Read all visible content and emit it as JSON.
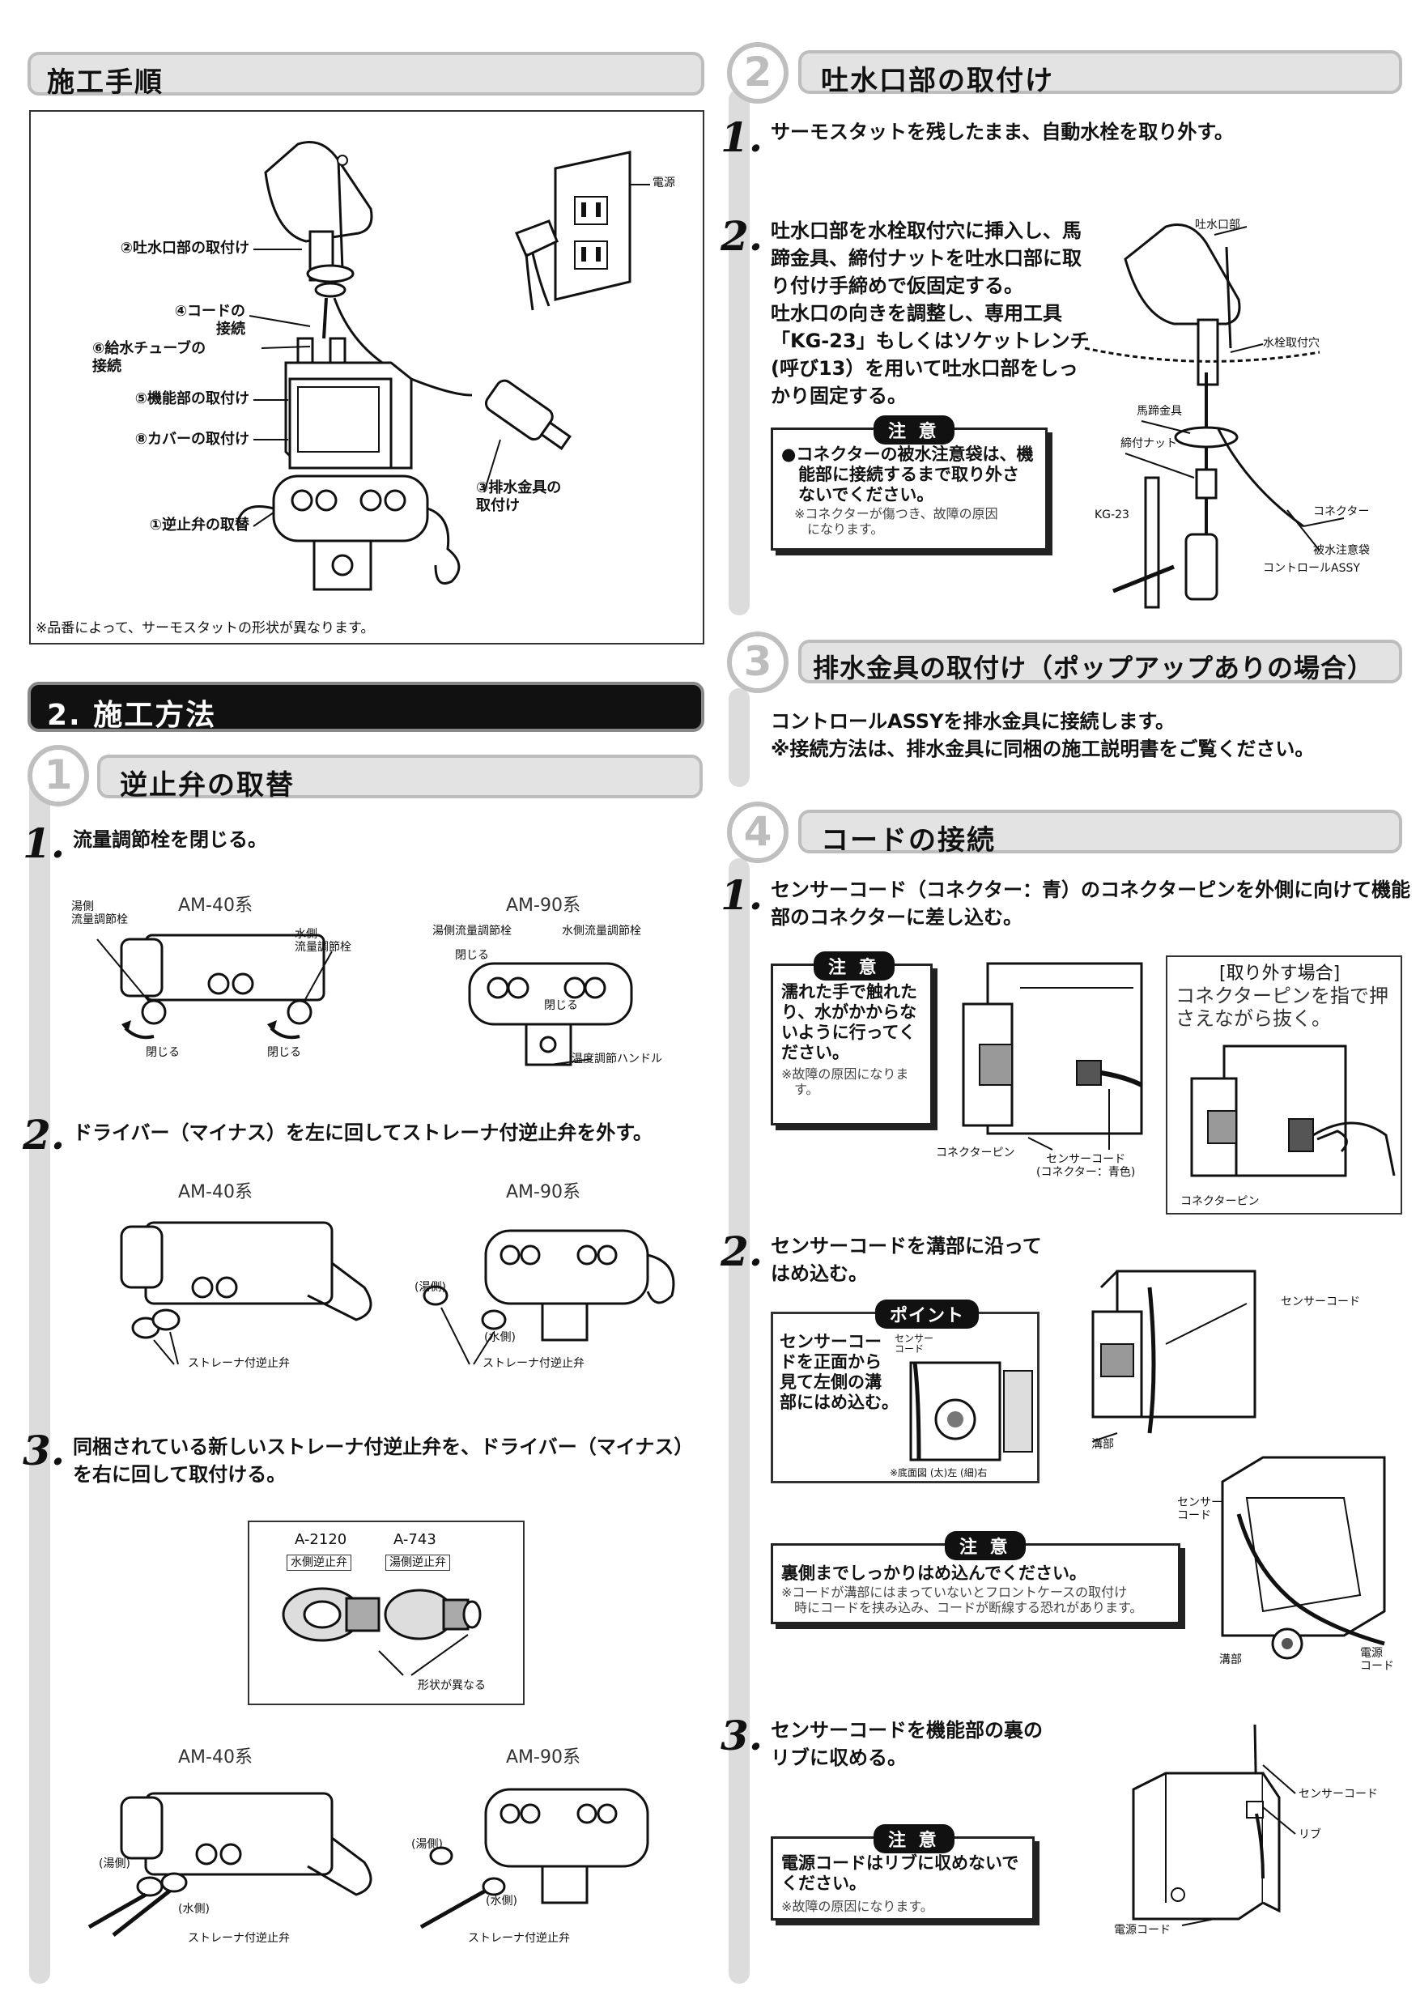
{
  "procedure": {
    "title": "施工手順",
    "labels": {
      "outlet": "②吐水口部の取付け",
      "cord": "④コードの\n接続",
      "tube": "⑥給水チューブの\n接続",
      "func": "⑤機能部の取付け",
      "cover": "⑧カバーの取付け",
      "check": "①逆止弁の取替",
      "drain": "③排水金具の\n取付け",
      "power": "電源"
    },
    "footnote": "※品番によって、サーモスタットの形状が異なります。"
  },
  "method": {
    "title": "2. 施工方法"
  },
  "sec1": {
    "num": "1",
    "title": "逆止弁の取替",
    "step1": {
      "n": "1.",
      "text": "流量調節栓を閉じる。"
    },
    "am40": "AM-40系",
    "am90": "AM-90系",
    "s1labels": {
      "hot_valve": "湯側\n流量調節栓",
      "cold_valve": "水側\n流量調節栓",
      "close": "閉じる",
      "hot_valve90": "湯側流量調節栓",
      "cold_valve90": "水側流量調節栓",
      "temp_handle": "温度調節ハンドル"
    },
    "step2": {
      "n": "2.",
      "text": "ドライバー（マイナス）を左に回してストレーナ付逆止弁を外す。"
    },
    "strainer": "ストレーナ付逆止弁",
    "hot_side": "(湯側)",
    "cold_side": "(水側)",
    "step3": {
      "n": "3.",
      "text": "同梱されている新しいストレーナ付逆止弁を、ドライバー（マイナス）\nを右に回して取付ける。"
    },
    "parts": {
      "a2120": "A-2120",
      "a743": "A-743",
      "cold_check": "水側逆止弁",
      "hot_check": "湯側逆止弁",
      "diff": "形状が異なる"
    }
  },
  "sec2": {
    "num": "2",
    "title": "吐水口部の取付け",
    "step1": {
      "n": "1.",
      "text": "サーモスタットを残したまま、自動水栓を取り外す。"
    },
    "step2": {
      "n": "2.",
      "text": "吐水口部を水栓取付穴に挿入し、馬\n蹄金具、締付ナットを吐水口部に取\nり付け手締めで仮固定する。\n吐水口の向きを調整し、専用工具\n「KG-23」もしくはソケットレンチ\n(呼び13）を用いて吐水口部をしっ\nかり固定する。"
    },
    "caution": {
      "tag": "注 意",
      "body": "●コネクターの被水注意袋は、機\n　能部に接続するまで取り外さ\n　ないでください。",
      "sub": "　※コネクターが傷つき、故障の原因\n　　になります。"
    },
    "labels": {
      "outlet": "吐水口部",
      "hole": "水栓取付穴",
      "horseshoe": "馬蹄金具",
      "nut": "締付ナット",
      "kg23": "KG-23",
      "connector": "コネクター",
      "bag": "被水注意袋",
      "control": "コントロールASSY"
    }
  },
  "sec3": {
    "num": "3",
    "title": "排水金具の取付け（ポップアップありの場合）",
    "text": "コントロールASSYを排水金具に接続します。\n※接続方法は、排水金具に同梱の施工説明書をご覧ください。"
  },
  "sec4": {
    "num": "4",
    "title": "コードの接続",
    "step1": {
      "n": "1.",
      "text": "センサーコード（コネクター：青）のコネクターピンを外側に向けて機能\n部のコネクターに差し込む。"
    },
    "caution1": {
      "tag": "注 意",
      "body": "濡れた手で触れた\nり、水がかからな\nいように行ってく\nださい。",
      "sub": "※故障の原因になりま\n　す。"
    },
    "remove": {
      "title": "[取り外す場合]",
      "body": "コネクターピンを指で押\nさえながら抜く。"
    },
    "labels1": {
      "pin": "コネクターピン",
      "sensor": "センサーコード\n(コネクター：青色)",
      "pin2": "コネクターピン"
    },
    "step2": {
      "n": "2.",
      "text": "センサーコードを溝部に沿って\nはめ込む。"
    },
    "point": {
      "tag": "ポイント",
      "body": "センサーコー\nドを正面から\n見て左側の溝\n部にはめ込む。",
      "mini": "センサー\nコード",
      "bottom": "※底面図 (太)左 (細)右"
    },
    "caution2": {
      "tag": "注 意",
      "body": "裏側までしっかりはめ込んでください。",
      "sub": "※コードが溝部にはまっていないとフロントケースの取付け\n　時にコードを挟み込み、コードが断線する恐れがあります。"
    },
    "labels2": {
      "sensor": "センサーコード",
      "groove": "溝部",
      "sensor2": "センサー\nコード",
      "groove2": "溝部",
      "power": "電源\nコード"
    },
    "step3": {
      "n": "3.",
      "text": "センサーコードを機能部の裏の\nリブに収める。"
    },
    "caution3": {
      "tag": "注 意",
      "body": "電源コードはリブに収めないで\nください。",
      "sub": "※故障の原因になります。"
    },
    "labels3": {
      "sensor": "センサーコード",
      "rib": "リブ",
      "power": "電源コード"
    }
  }
}
